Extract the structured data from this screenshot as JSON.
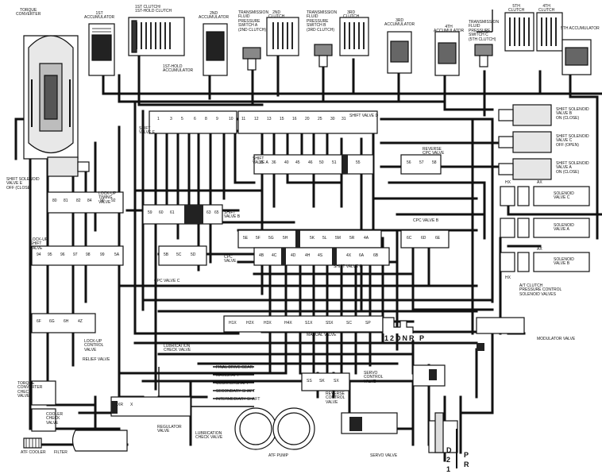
{
  "labels": {
    "torque_converter": "TORQUE\nCONVERTER",
    "acc_1st": "1ST\nACCUMULATOR",
    "clutch_1st_hold": "1ST CLUTCH/\n1ST-HOLD CLUTCH",
    "acc_2nd": "2ND\nACCUMULATOR",
    "tfps_a": "TRANSMISSION\nFLUID\nPRESSURE\nSWITCH A\n(2ND CLUTCH)",
    "clutch_2nd": "2ND\nCLUTCH",
    "tfps_b": "TRANSMISSION\nFLUID\nPRESSURE\nSWITCH B\n(3RD CLUTCH)",
    "clutch_3rd": "3RD\nCLUTCH",
    "acc_3rd": "3RD\nACCUMULATOR",
    "acc_4th": "4TH\nACCUMULATOR",
    "tfps_c": "TRANSMISSION\nFLUID\nPRESSURE\nSWITCH C\n(5TH CLUTCH)",
    "clutch_5th": "5TH\nCLUTCH",
    "clutch_4th": "4TH\nCLUTCH",
    "acc_5th": "5TH ACCUMULATOR",
    "acc_1st_hold": "1ST-HOLD\nACCUMULATOR",
    "shift_valve_e": "SHIFT\nVALVE E",
    "shift_valve_d": "SHIFT VALVE D",
    "ss_b": "SHIFT SOLENOID\nVALVE B\nON (CLOSE)",
    "ss_c": "SHIFT SOLENOID\nVALVE C\nOFF (OPEN)",
    "ss_a": "SHIFT SOLENOID\nVALVE A\nON (CLOSE)",
    "shift_valve_a": "SHIFT\nVALVE A",
    "reverse_cpc": "REVERSE\nCPC VALVE",
    "ss_e": "SHIFT SOLENOID\nVALVE E\nOFF (CLOSE)",
    "lockup_timing": "LOCK-UP\nTIMING\nVALVE",
    "shift_valve_b": "SHIFT\nVALVE B",
    "cpc_valve_b": "CPC VALVE B",
    "sol_c": "SOLENOID\nVALVE C",
    "sol_a": "SOLENOID\nVALVE A",
    "sol_b": "SOLENOID\nVALVE B",
    "lockup_shift": "LOCK-UP\nSHIFT\nVALVE",
    "cpc_valve": "CPC\nVALVE",
    "cpc_valve_c": "CPC VALVE C",
    "shift_valve_c": "SHIFT VALVE C",
    "atf_pc_sol": "A/T CLUTCH\nPRESSURE CONTROL\nSOLENOID VALVES",
    "lockup_control": "LOCK-UP\nCONTROL\nVALVE",
    "lubrication_check_a": "LUBRICATION\nCHECK VALVE",
    "manual_valve": "MANUAL VALVE",
    "modulator_valve": "MODULATOR VALVE",
    "relief_valve": "RELIEF VALVE",
    "final_drive": "FINAL DRIVE GEAR",
    "mainshaft": "MAINSHAFT",
    "countershaft": "COUNTERSHAFT",
    "secondary_shaft": "SECONDARY SHAFT",
    "intermediary_shaft": "INTERMEDIARY SHAFT",
    "servo_control": "SERVO\nCONTROL\nVALVE",
    "reverse_control": "REVERSE\nCONTROL\nVALVE",
    "servo_valve": "SERVO VALVE",
    "torque_conv_check": "TORQUE\nCONVERTER\nCHECK\nVALVE",
    "cooler_check": "COOLER\nCHECK\nVALVE",
    "regulator_valve": "REGULATOR\nVALVE",
    "lubrication_check_b": "LUBRICATION\nCHECK VALVE",
    "atf_pump": "ATF PUMP",
    "atf_cooler": "ATF COOLER",
    "filter": "FILTER",
    "position_gate": "12DNR P",
    "bottom_d": "D",
    "bottom_2": "2",
    "bottom_1": "1",
    "bottom_p": "P",
    "bottom_r": "R",
    "hx": "HX",
    "ax": "AX"
  },
  "port_tags": [
    "1",
    "3",
    "5",
    "6",
    "8",
    "9",
    "10",
    "11",
    "12",
    "13",
    "15",
    "16",
    "20",
    "25",
    "30",
    "31",
    "35",
    "36",
    "40",
    "45",
    "46",
    "50",
    "51",
    "55",
    "56",
    "57",
    "58",
    "59",
    "60",
    "61",
    "63",
    "65",
    "80",
    "81",
    "82",
    "84",
    "90",
    "92",
    "94",
    "95",
    "96",
    "97",
    "98",
    "99",
    "5A",
    "5B",
    "5C",
    "5D",
    "5E",
    "5F",
    "5G",
    "5H",
    "5K",
    "5L",
    "5M",
    "5R",
    "4A",
    "4B",
    "4C",
    "4D",
    "4H",
    "4S",
    "4X",
    "6A",
    "6B",
    "6C",
    "6D",
    "6E",
    "6F",
    "6G",
    "6H",
    "4Z",
    "H1X",
    "H2X",
    "H3X",
    "H4X",
    "S1X",
    "S5X",
    "SC",
    "SP",
    "SS",
    "SK",
    "SX",
    "XR",
    "X"
  ]
}
